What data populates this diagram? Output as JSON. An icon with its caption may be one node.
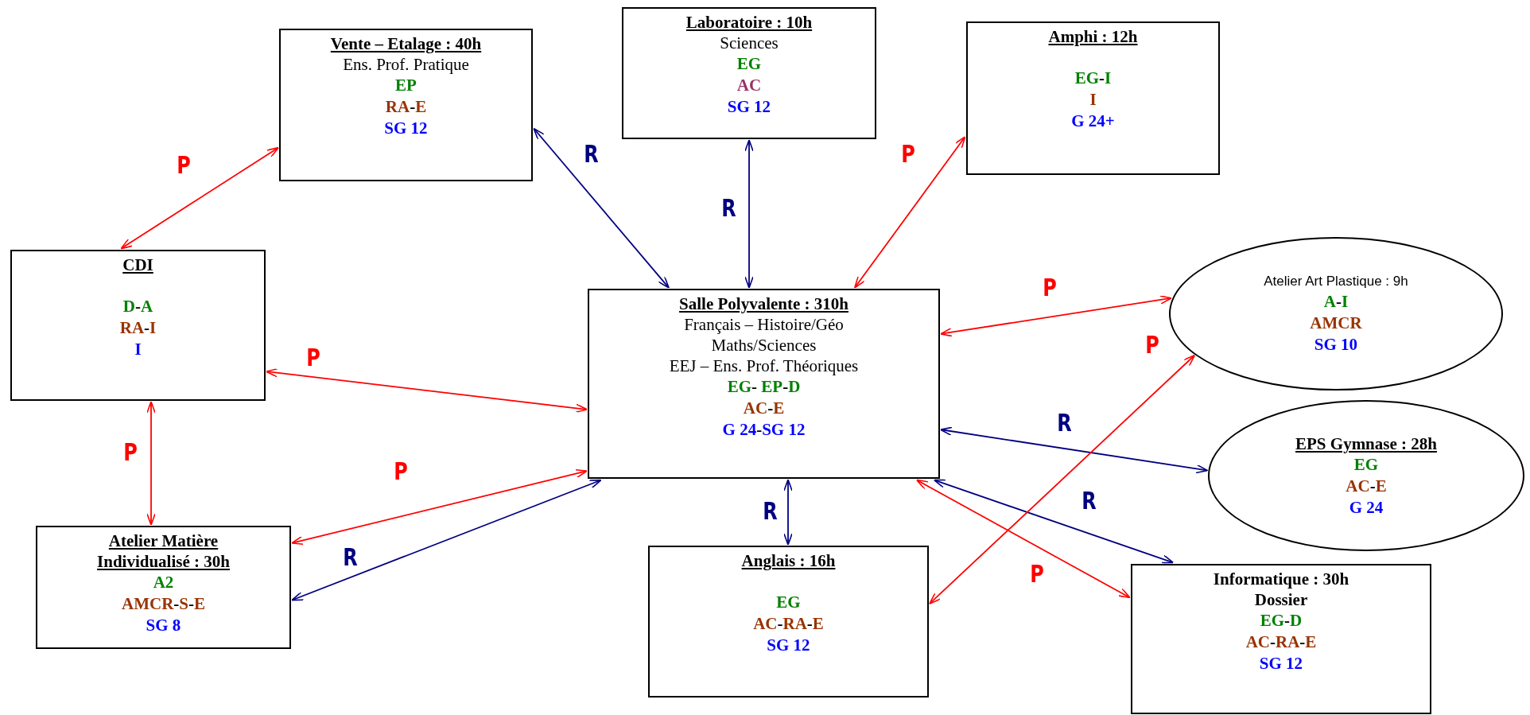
{
  "diagram": {
    "nodes": [
      {
        "text": [
          "Vente – Etalage : 40h",
          "Ens. Prof. Pratique",
          "EP",
          "RA-E",
          "SG 12"
        ]
      },
      {
        "text": [
          "Laboratoire : 10h",
          "Sciences",
          "EG",
          "AC",
          "SG 12"
        ]
      },
      {
        "text": [
          "Amphi : 12h",
          "EG-I",
          "I",
          "G 24+"
        ]
      },
      {
        "text": [
          "CDI",
          "D-A",
          "RA-I",
          "I"
        ]
      },
      {
        "text": [
          "Atelier Art Plastique : 9h",
          "A-I",
          "AMCR",
          "SG 10"
        ]
      },
      {
        "text": [
          "Salle Polyvalente : 310h",
          "Français – Histoire/Géo",
          "Maths/Sciences",
          "EEJ – Ens. Prof. Théoriques",
          "EG- EP-D",
          "AC-E",
          "G 24-SG 12"
        ]
      },
      {
        "text": [
          "EPS Gymnase : 28h",
          "EG",
          "AC-E",
          "G 24"
        ]
      },
      {
        "text": [
          "Atelier Matière Individualisé : 30h",
          "A2",
          "AMCR-S-E",
          "SG 8"
        ]
      },
      {
        "text": [
          "Anglais : 16h",
          "EG",
          "AC-RA-E",
          "SG 12"
        ]
      },
      {
        "text": [
          "Informatique : 30h",
          "Dossier",
          "EG-D",
          "AC-RA-E",
          "SG 12"
        ]
      }
    ],
    "edges": [
      {
        "from": 0,
        "to": 3,
        "arrow": "both",
        "label": "P"
      },
      {
        "from": 0,
        "to": 5,
        "arrow": "both",
        "label": "R",
        "color": "#000080"
      },
      {
        "from": 1,
        "to": 5,
        "arrow": "both",
        "label": "R",
        "color": "#000080"
      },
      {
        "from": 2,
        "to": 5,
        "arrow": "both",
        "label": "P"
      },
      {
        "from": 5,
        "to": 4,
        "arrow": "both",
        "label": "P"
      },
      {
        "from": 5,
        "to": 3,
        "arrow": "both",
        "label": "P"
      },
      {
        "from": 3,
        "to": 7,
        "arrow": "both",
        "label": "P"
      },
      {
        "from": 5,
        "to": 7,
        "arrow": "both",
        "label": "P"
      },
      {
        "from": 5,
        "to": 7,
        "arrow": "both",
        "label": "R",
        "color": "#000080"
      },
      {
        "from": 5,
        "to": 8,
        "arrow": "both",
        "label": "R",
        "color": "#000080"
      },
      {
        "from": 5,
        "to": 6,
        "arrow": "both",
        "label": "R",
        "color": "#000080"
      },
      {
        "from": 5,
        "to": 9,
        "arrow": "both",
        "label": "R",
        "color": "#000080"
      },
      {
        "from": 5,
        "to": 9,
        "arrow": "both",
        "label": "P"
      },
      {
        "from": 4,
        "to": 8,
        "arrow": "both",
        "label": "P"
      }
    ]
  }
}
